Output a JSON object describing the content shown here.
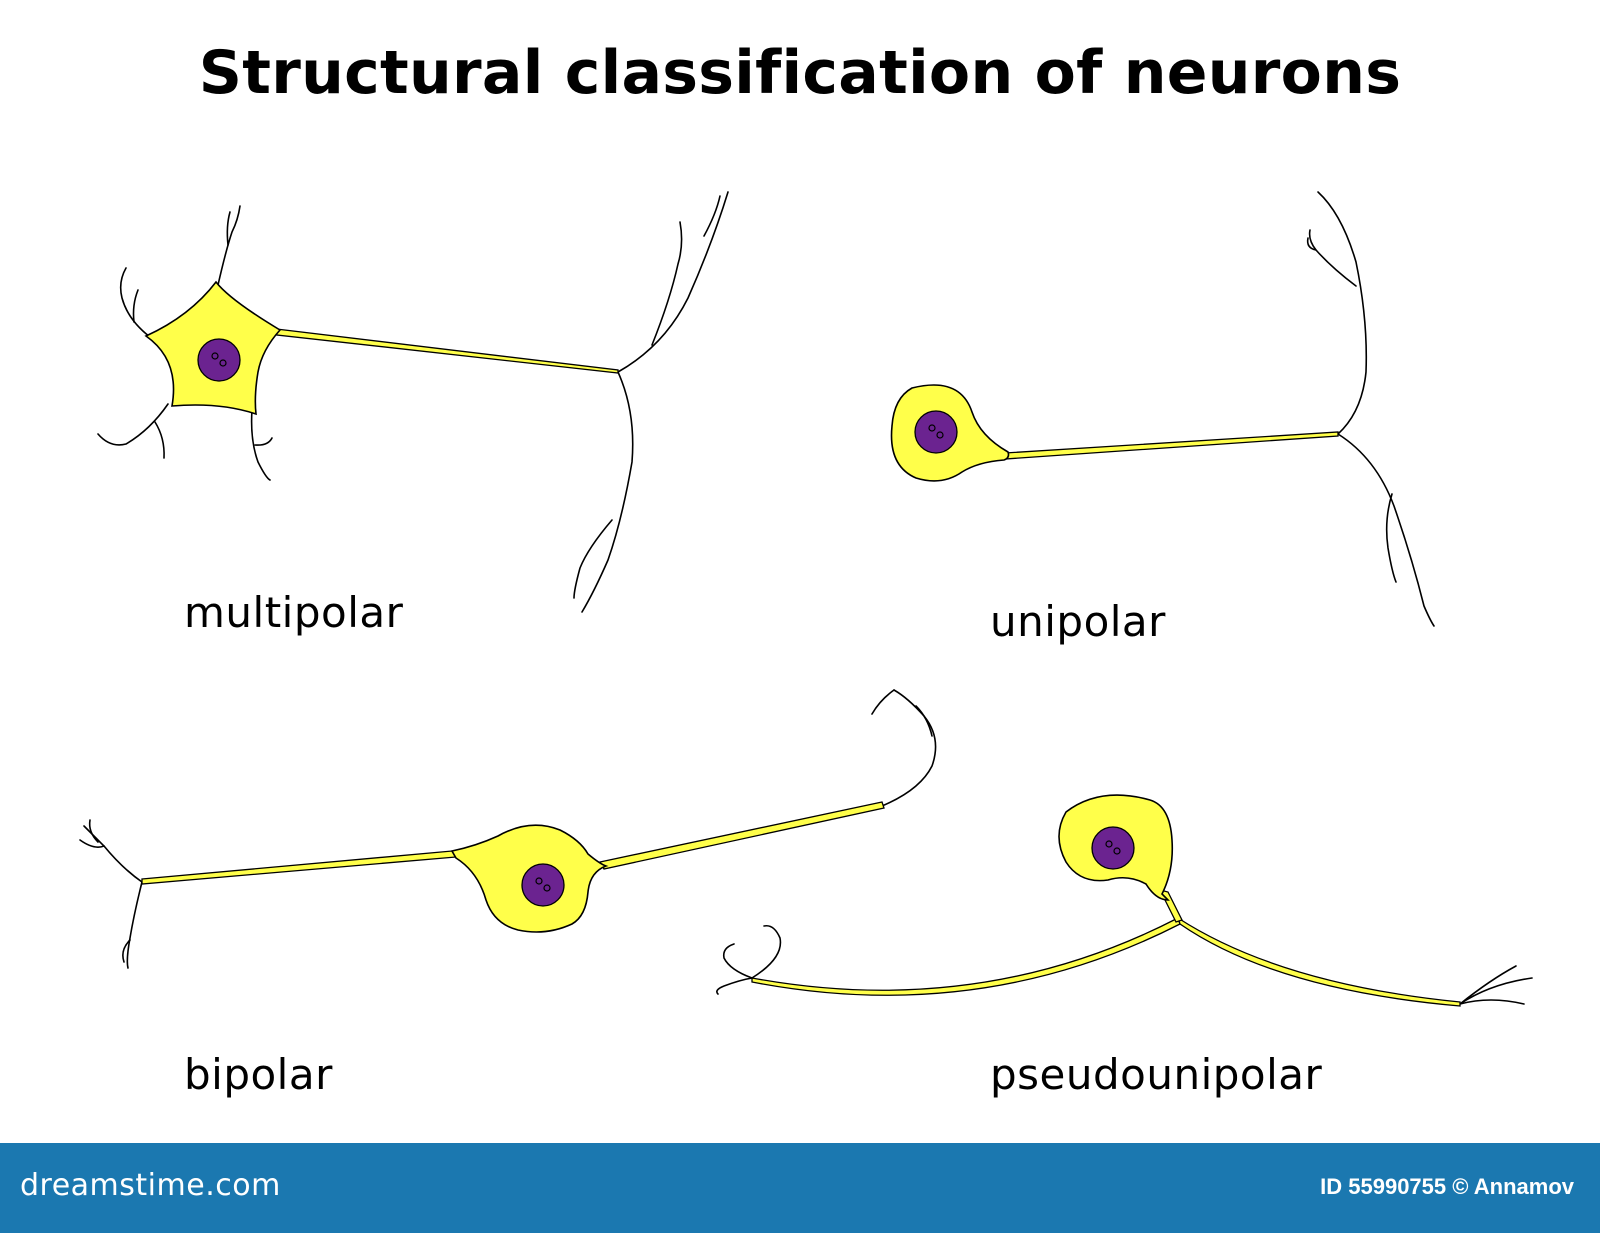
{
  "title": "Structural classification of neurons",
  "neurons": [
    {
      "label": "multipolar"
    },
    {
      "label": "unipolar"
    },
    {
      "label": "bipolar"
    },
    {
      "label": "pseudounipolar"
    }
  ],
  "footer": {
    "logo": "dreamstime.com",
    "credit": "ID 55990755 © Annamov"
  },
  "colors": {
    "cell_body": "#ffff4a",
    "nucleus": "#6b2390",
    "outline": "#000000",
    "footer_bar": "#1b78b0"
  }
}
